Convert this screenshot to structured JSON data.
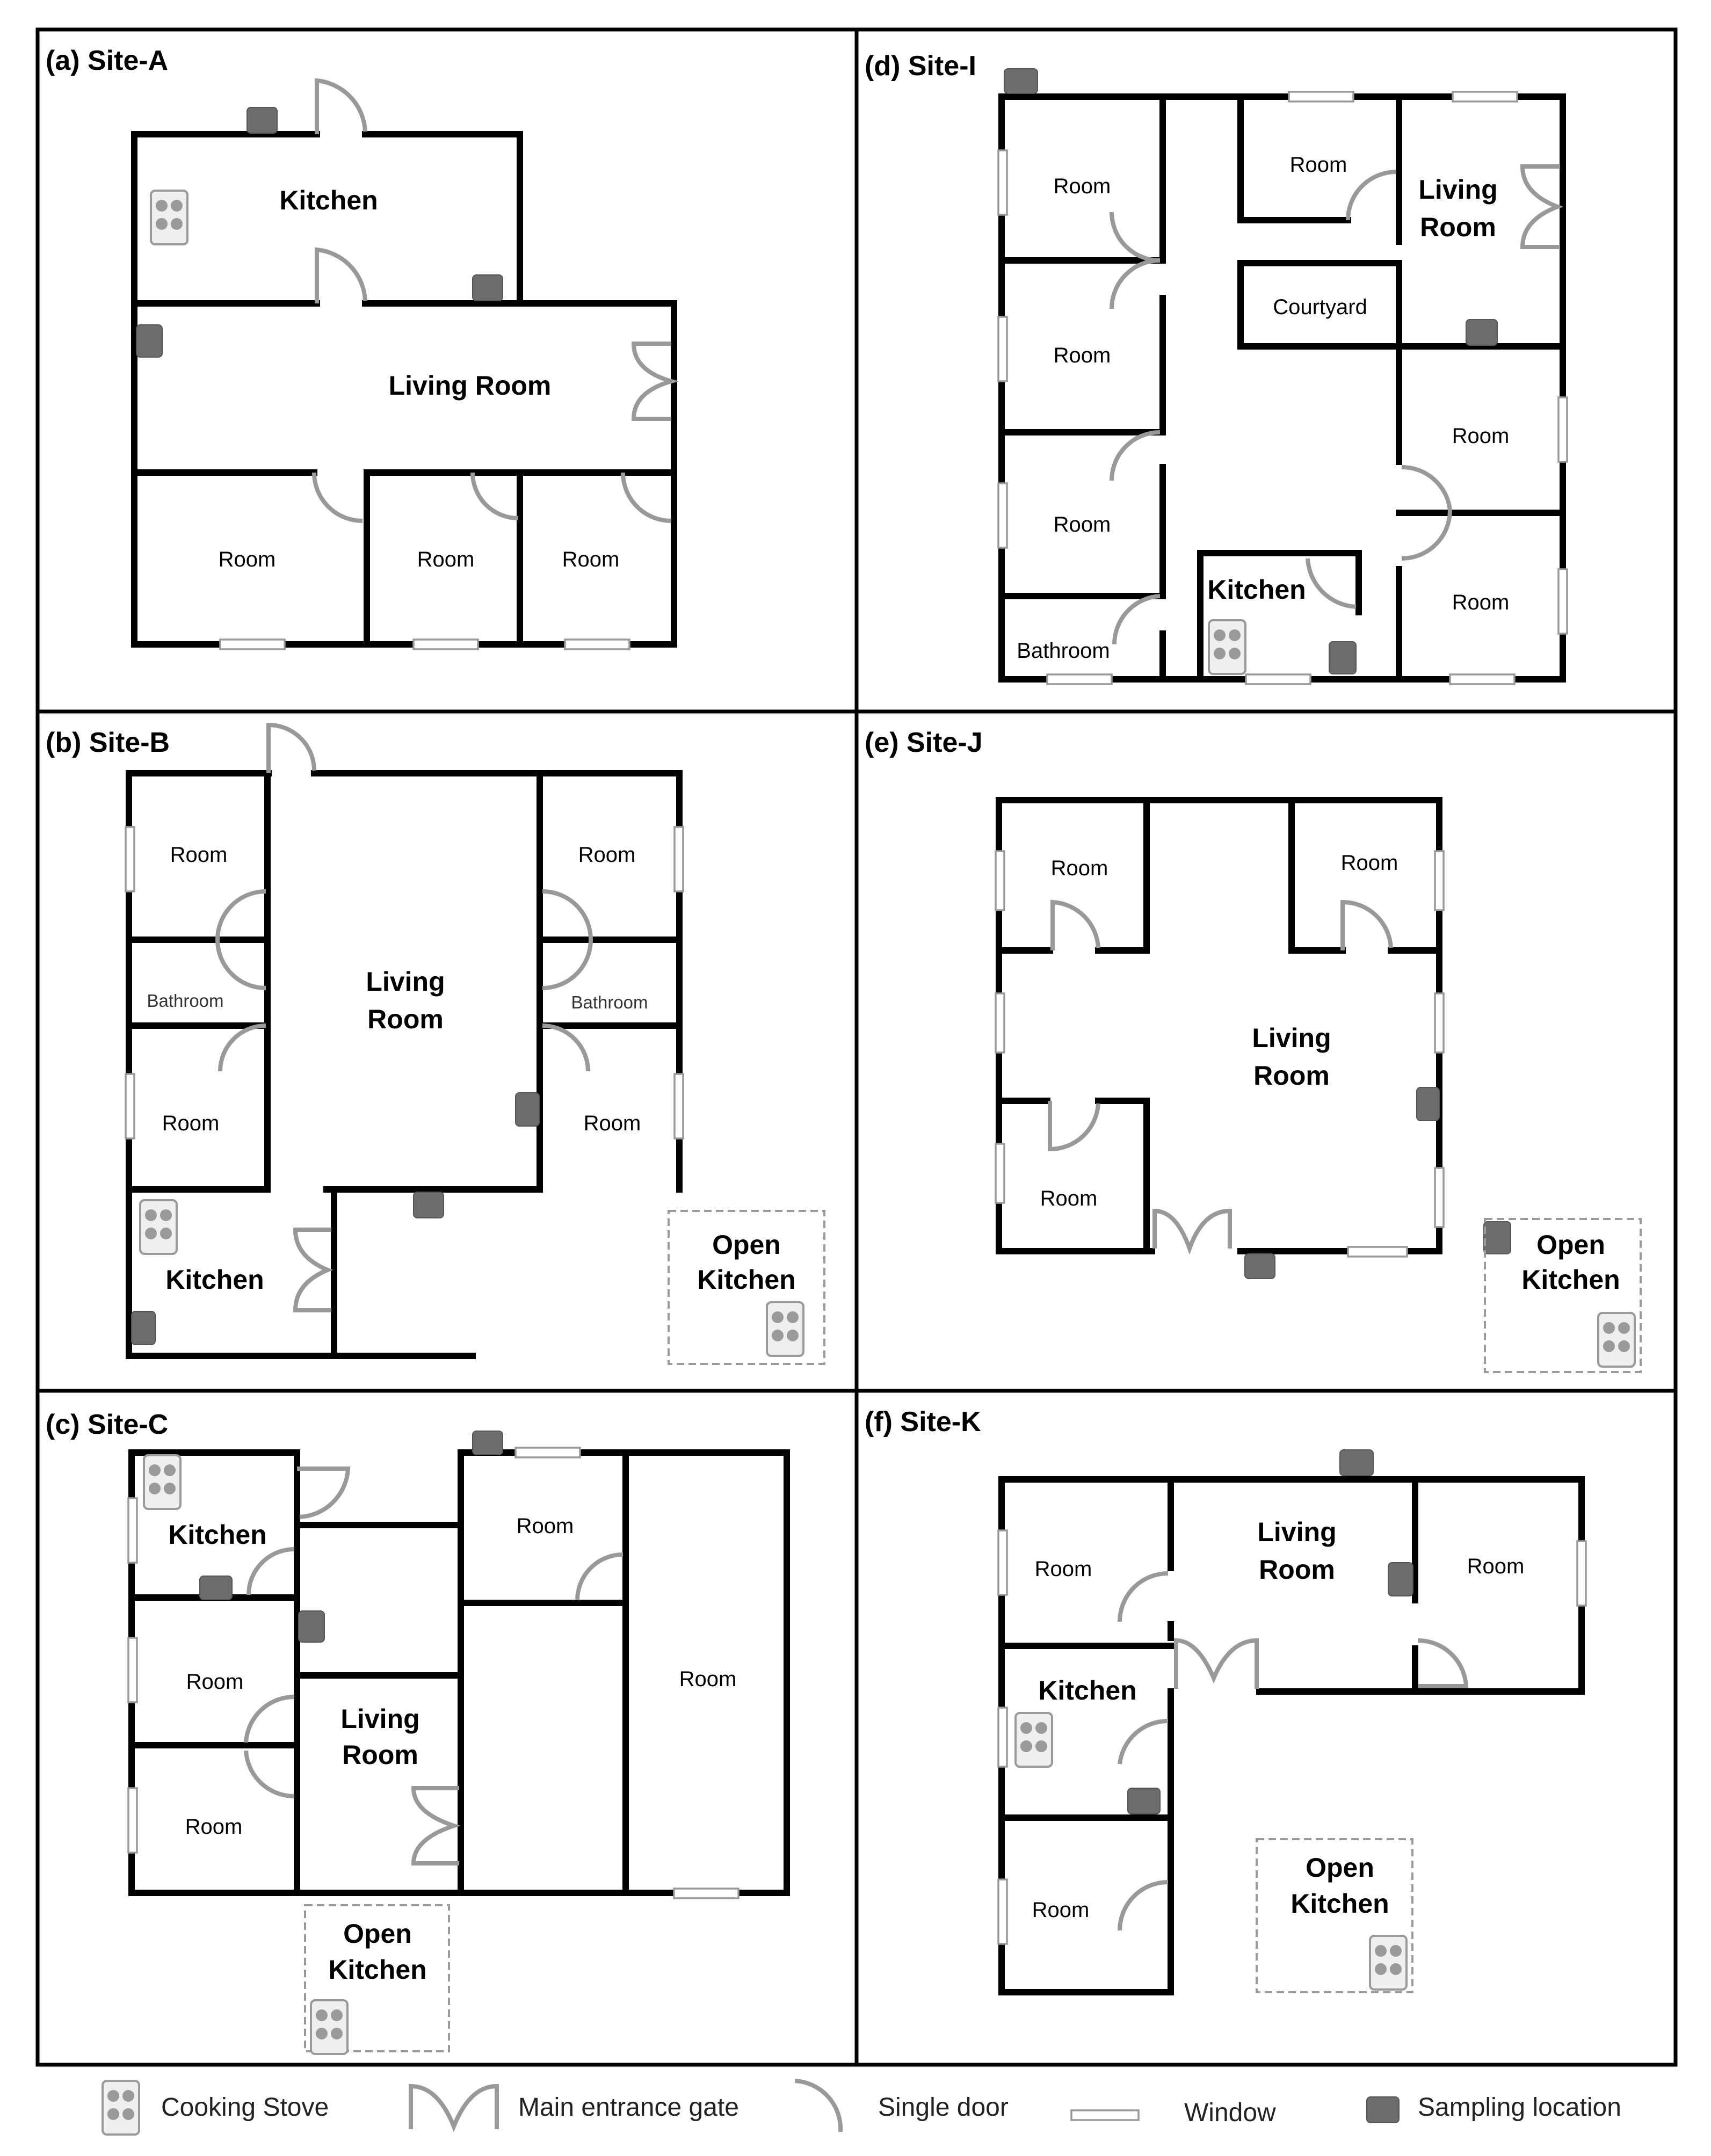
{
  "panels": {
    "a": {
      "title": "(a) Site-A",
      "kitchen": "Kitchen",
      "living": "Living Room",
      "room": "Room"
    },
    "b": {
      "title": "(b) Site-B",
      "room": "Room",
      "bathroom": "Bathroom",
      "living1": "Living",
      "living2": "Room",
      "kitchen": "Kitchen",
      "open1": "Open",
      "open2": "Kitchen"
    },
    "c": {
      "title": "(c) Site-C",
      "kitchen": "Kitchen",
      "room": "Room",
      "living1": "Living",
      "living2": "Room",
      "open1": "Open",
      "open2": "Kitchen"
    },
    "d": {
      "title": "(d) Site-I",
      "room": "Room",
      "living1": "Living",
      "living2": "Room",
      "courtyard": "Courtyard",
      "kitchen": "Kitchen",
      "bathroom": "Bathroom"
    },
    "e": {
      "title": "(e) Site-J",
      "room": "Room",
      "living1": "Living",
      "living2": "Room",
      "open1": "Open",
      "open2": "Kitchen"
    },
    "f": {
      "title": "(f) Site-K",
      "room": "Room",
      "living1": "Living",
      "living2": "Room",
      "kitchen": "Kitchen",
      "open1": "Open",
      "open2": "Kitchen"
    }
  },
  "legend": {
    "stove": "Cooking Stove",
    "gate": "Main entrance gate",
    "door": "Single door",
    "window": "Window",
    "sampling": "Sampling location"
  },
  "colors": {
    "wall": "#000000",
    "door": "#999999",
    "sampling": "#6d6d6d",
    "stove": "#9a9a9a"
  },
  "icons": [
    "cooking-stove-icon",
    "main-entrance-gate-icon",
    "single-door-icon",
    "window-icon",
    "sampling-location-icon"
  ]
}
